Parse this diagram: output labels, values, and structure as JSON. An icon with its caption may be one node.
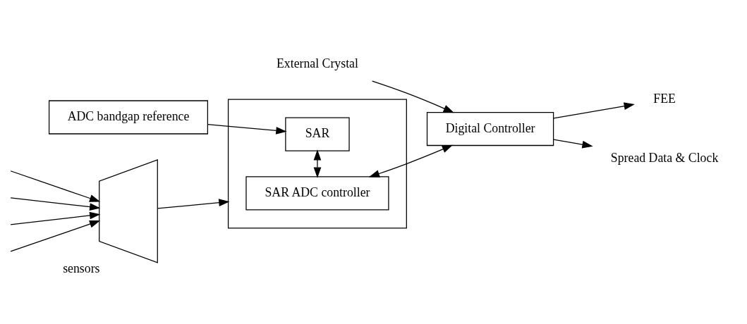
{
  "diagram": {
    "nodes": [
      {
        "text": [
          "sensors"
        ]
      },
      {
        "text": [],
        "shape": "box"
      },
      {
        "text": [
          "SAR ADC controller"
        ],
        "in": 1
      },
      {
        "text": [
          "SAR"
        ],
        "in": 1
      },
      {
        "text": [
          "ADC bandgap reference"
        ]
      },
      {
        "text": [
          "External Crystal"
        ]
      },
      {
        "text": [
          "Digital Controller"
        ]
      },
      {
        "text": [
          "FEE"
        ]
      },
      {
        "text": [
          "Spread Data & Clock"
        ]
      }
    ],
    "edges": [
      {
        "from": null,
        "to": 0,
        "arrow": "to"
      },
      {
        "from": null,
        "to": 0,
        "arrow": "to"
      },
      {
        "from": null,
        "to": 0,
        "arrow": "to"
      },
      {
        "from": null,
        "to": 0,
        "arrow": "to"
      },
      {
        "from": 0,
        "to": 1,
        "arrow": "to"
      },
      {
        "from": 2,
        "to": 3,
        "arrow": "both"
      },
      {
        "from": 4,
        "to": 3,
        "arrow": "to"
      },
      {
        "from": 2,
        "to": 6,
        "arrow": "both"
      },
      {
        "from": 5,
        "to": 6,
        "arrow": "to"
      },
      {
        "from": 6,
        "to": 7,
        "arrow": "to"
      },
      {
        "from": 6,
        "to": 8,
        "arrow": "to"
      }
    ]
  }
}
